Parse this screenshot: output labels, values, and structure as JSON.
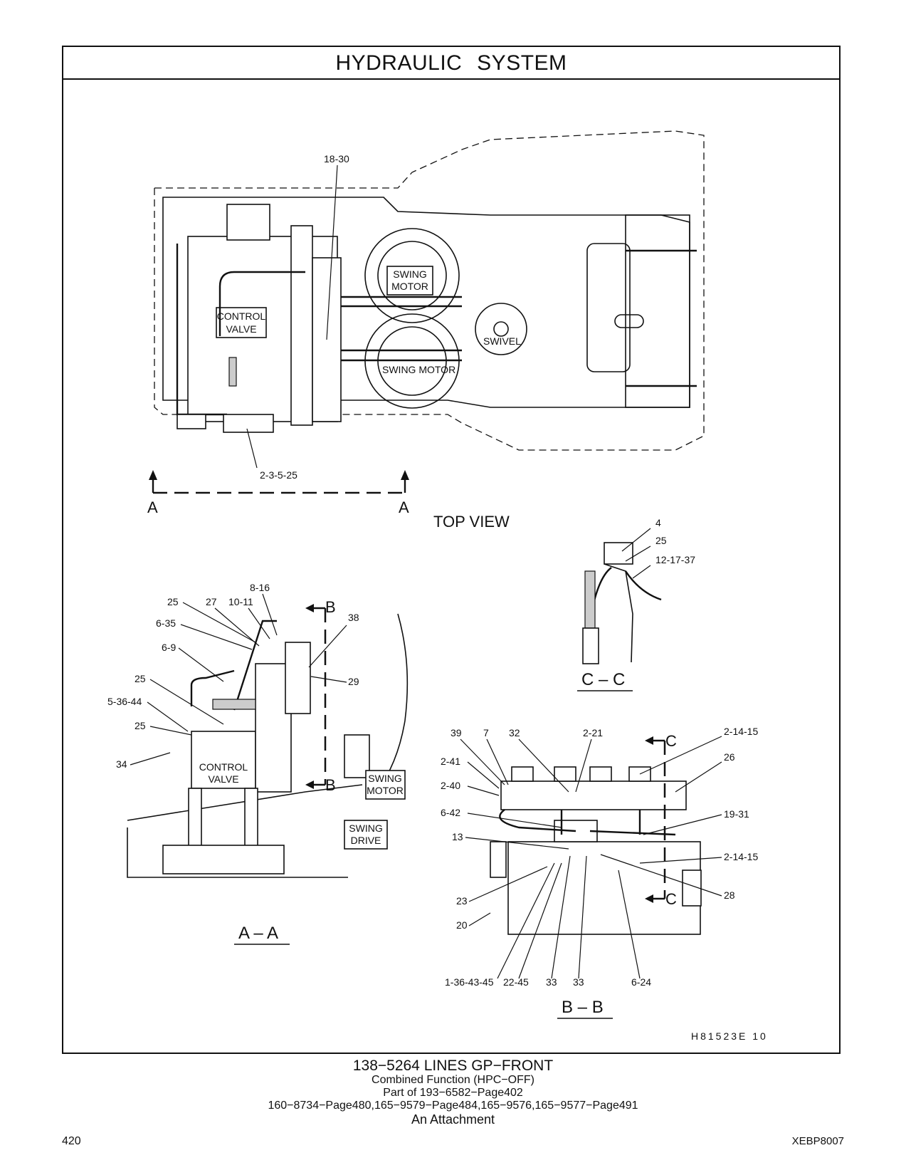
{
  "header": {
    "title": "HYDRAULIC   SYSTEM"
  },
  "views": {
    "top_view": "TOP VIEW",
    "a_a": "A – A",
    "b_b": "B – B",
    "c_c": "C – C",
    "section_a": "A",
    "section_b": "B",
    "section_c": "C"
  },
  "component_labels": {
    "control_valve_1": "CONTROL",
    "control_valve_2": "VALVE",
    "swing_motor_top_1": "SWING",
    "swing_motor_top_2": "MOTOR",
    "swing_motor_bottom": "SWING MOTOR",
    "swivel": "SWIVEL",
    "swing_motor_aa_1": "SWING",
    "swing_motor_aa_2": "MOTOR",
    "swing_drive_1": "SWING",
    "swing_drive_2": "DRIVE"
  },
  "callouts": {
    "top": [
      "18-30",
      "2-3-5-25"
    ],
    "c_c": [
      "4",
      "25",
      "12-17-37"
    ],
    "a_a": [
      "8-16",
      "25",
      "27",
      "10-11",
      "38",
      "6-35",
      "6-9",
      "29",
      "25",
      "5-36-44",
      "25",
      "34"
    ],
    "b_b": [
      "39",
      "7",
      "32",
      "2-21",
      "2-14-15",
      "26",
      "2-41",
      "2-40",
      "6-42",
      "19-31",
      "13",
      "2-14-15",
      "28",
      "23",
      "20",
      "1-36-43-45",
      "22-45",
      "33",
      "33",
      "6-24"
    ]
  },
  "illustration_code": "H81523E    10",
  "footer": {
    "main": "138−5264   LINES  GP−FRONT",
    "line2": "Combined  Function (HPC−OFF)",
    "line3": "Part of 193−6582−Page402",
    "line4": "160−8734−Page480,165−9579−Page484,165−9576,165−9577−Page491",
    "line5": "An Attachment"
  },
  "page_number": "420",
  "doc_code": "XEBP8007"
}
